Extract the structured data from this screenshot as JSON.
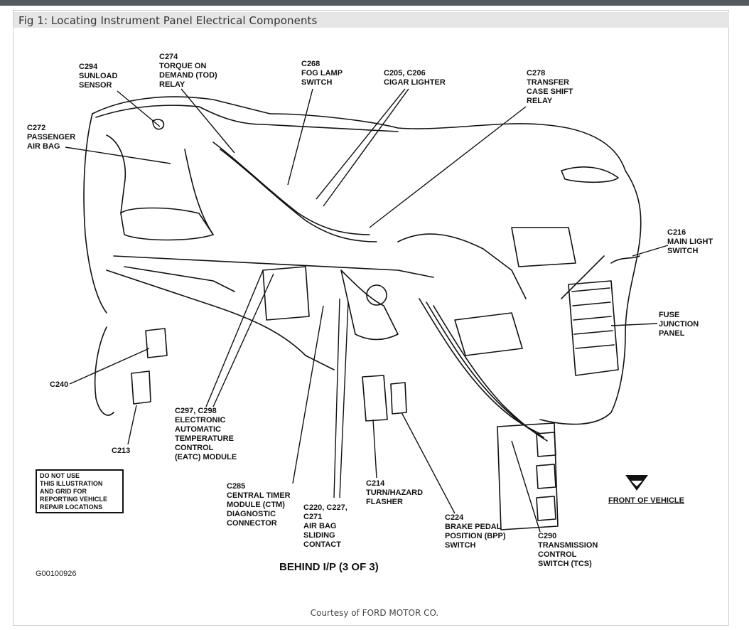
{
  "figure": {
    "caption": "Fig 1: Locating Instrument Panel Electrical Components",
    "subtitle": "BEHIND I/P (3 OF 3)",
    "code": "G00100926",
    "courtesy": "Courtesy of FORD MOTOR CO.",
    "warning": "DO NOT USE\nTHIS ILLUSTRATION\nAND GRID FOR\nREPORTING VEHICLE\nREPAIR LOCATIONS",
    "front_label": "FRONT OF VEHICLE"
  },
  "labels": {
    "c294": "C294\nSUNLOAD\nSENSOR",
    "c274": "C274\nTORQUE ON\nDEMAND (TOD)\nRELAY",
    "c268": "C268\nFOG LAMP\nSWITCH",
    "c205": "C205, C206\nCIGAR LIGHTER",
    "c278": "C278\nTRANSFER\nCASE SHIFT\nRELAY",
    "c272": "C272\nPASSENGER\nAIR BAG",
    "c216": "C216\nMAIN LIGHT\nSWITCH",
    "fuse": "FUSE\nJUNCTION\nPANEL",
    "c240": "C240",
    "c213": "C213",
    "c297": "C297, C298\nELECTRONIC\nAUTOMATIC\nTEMPERATURE\nCONTROL\n(EATC) MODULE",
    "c285": "C285\nCENTRAL TIMER\nMODULE (CTM)\nDIAGNOSTIC\nCONNECTOR",
    "c220": "C220, C227,\nC271\nAIR BAG\nSLIDING\nCONTACT",
    "c214": "C214\nTURN/HAZARD\nFLASHER",
    "c224": "C224\nBRAKE PEDAL\nPOSITION (BPP)\nSWITCH",
    "c290": "C290\nTRANSMISSION\nCONTROL\nSWITCH (TCS)"
  }
}
